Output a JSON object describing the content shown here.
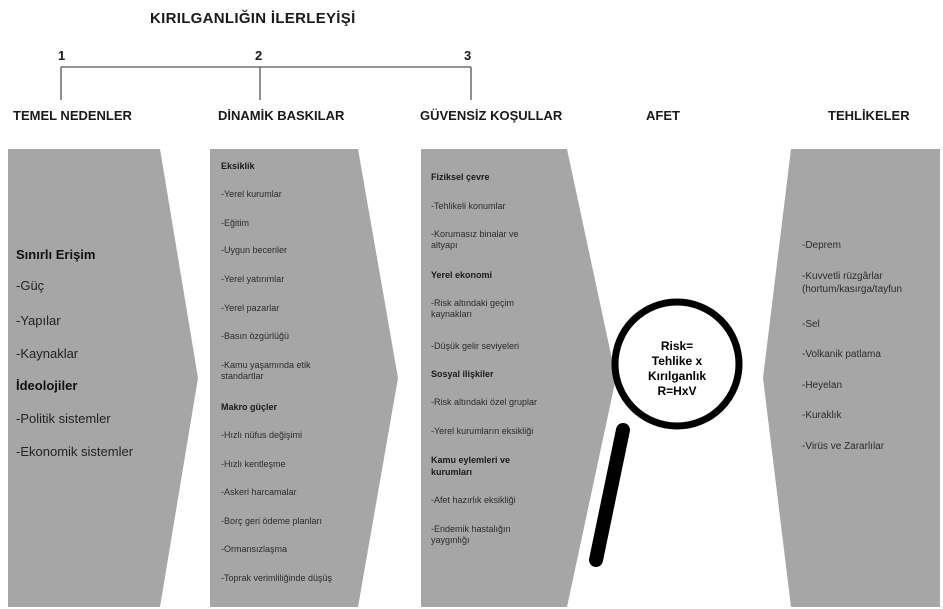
{
  "title": "KIRILGANLIĞIN İLERLEYİŞİ",
  "steps": [
    "1",
    "2",
    "3"
  ],
  "headers": {
    "col1": "TEMEL NEDENLER",
    "col2": "DİNAMİK BASKILAR",
    "col3": "GÜVENSİZ KOŞULLAR",
    "col4": "AFET",
    "col5": "TEHLİKELER"
  },
  "col1": {
    "heading1": "Sınırlı Erişim",
    "items1": [
      "-Güç",
      "-Yapılar",
      "-Kaynaklar"
    ],
    "heading2": "İdeolojiler",
    "items2": [
      "-Politik sistemler",
      "-Ekonomik sistemler"
    ]
  },
  "col2": {
    "heading1": "Eksiklik",
    "items1": [
      "-Yerel kurumlar",
      "-Eğitim",
      "-Uygun beceriler",
      "-Yerel yatırımlar",
      "-Yerel pazarlar",
      "-Basın özgürlüğü",
      "-Kamu yaşamında etik",
      "standartlar"
    ],
    "heading2": "Makro güçler",
    "items2": [
      "-Hızlı nüfus değişimi",
      "-Hızlı kentleşme",
      "-Askeri harcamalar",
      "-Borç geri ödeme planları",
      "-Ormansızlaşma",
      "-Toprak verimliliğinde düşüş"
    ]
  },
  "col3": {
    "h1": "Fiziksel çevre",
    "i1": [
      "-Tehlikeli konumlar",
      "-Korumasız binalar ve",
      "altyapı"
    ],
    "h2": "Yerel ekonomi",
    "i2": [
      "-Risk altındaki geçim",
      "kaynakları",
      "-Düşük gelir seviyeleri"
    ],
    "h3": "Sosyal ilişkiler",
    "i3": [
      "-Risk altındaki özel gruplar",
      "-Yerel kurumların eksikliği"
    ],
    "h4a": "Kamu eylemleri ve",
    "h4b": "kurumları",
    "i4": [
      "-Afet hazırlık eksikliği",
      "-Endemik hastalığın",
      "yaygınlığı"
    ]
  },
  "formula": [
    "Risk=",
    "Tehlike x",
    "Kırılganlık",
    "R=HxV"
  ],
  "hazards": [
    "-Deprem",
    "-Kuvvetli rüzgârlar",
    "(hortum/kasırga/tayfun",
    "-Sel",
    "-Volkanik patlama",
    "-Heyelan",
    "-Kuraklık",
    "-Virüs ve Zararlılar"
  ],
  "colors": {
    "band": "#a6a6a6",
    "line": "#555555"
  },
  "icons": {
    "magnifier": "magnifying-glass-icon"
  }
}
